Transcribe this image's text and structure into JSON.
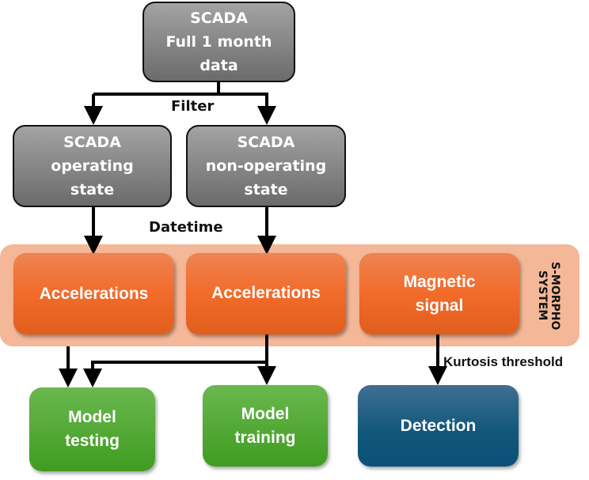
{
  "nodes": {
    "scada_full": "SCADA\nFull 1 month\ndata",
    "scada_operating": "SCADA\noperating\nstate",
    "scada_non_operating": "SCADA\nnon-operating\nstate",
    "accelerations_1": "Accelerations",
    "accelerations_2": "Accelerations",
    "magnetic_signal": "Magnetic\nsignal",
    "model_testing": "Model\ntesting",
    "model_training": "Model\ntraining",
    "detection": "Detection"
  },
  "group": {
    "label": "S-MORPHO\nSYSTEM"
  },
  "edge_labels": {
    "filter": "Filter",
    "datetime": "Datetime",
    "kurtosis": "Kurtosis threshold"
  },
  "colors": {
    "gray_node": "#8a8a8a",
    "orange_node": "#f26b2a",
    "band": "#f4b898",
    "green_node": "#52aa37",
    "blue_node": "#0f5679"
  }
}
